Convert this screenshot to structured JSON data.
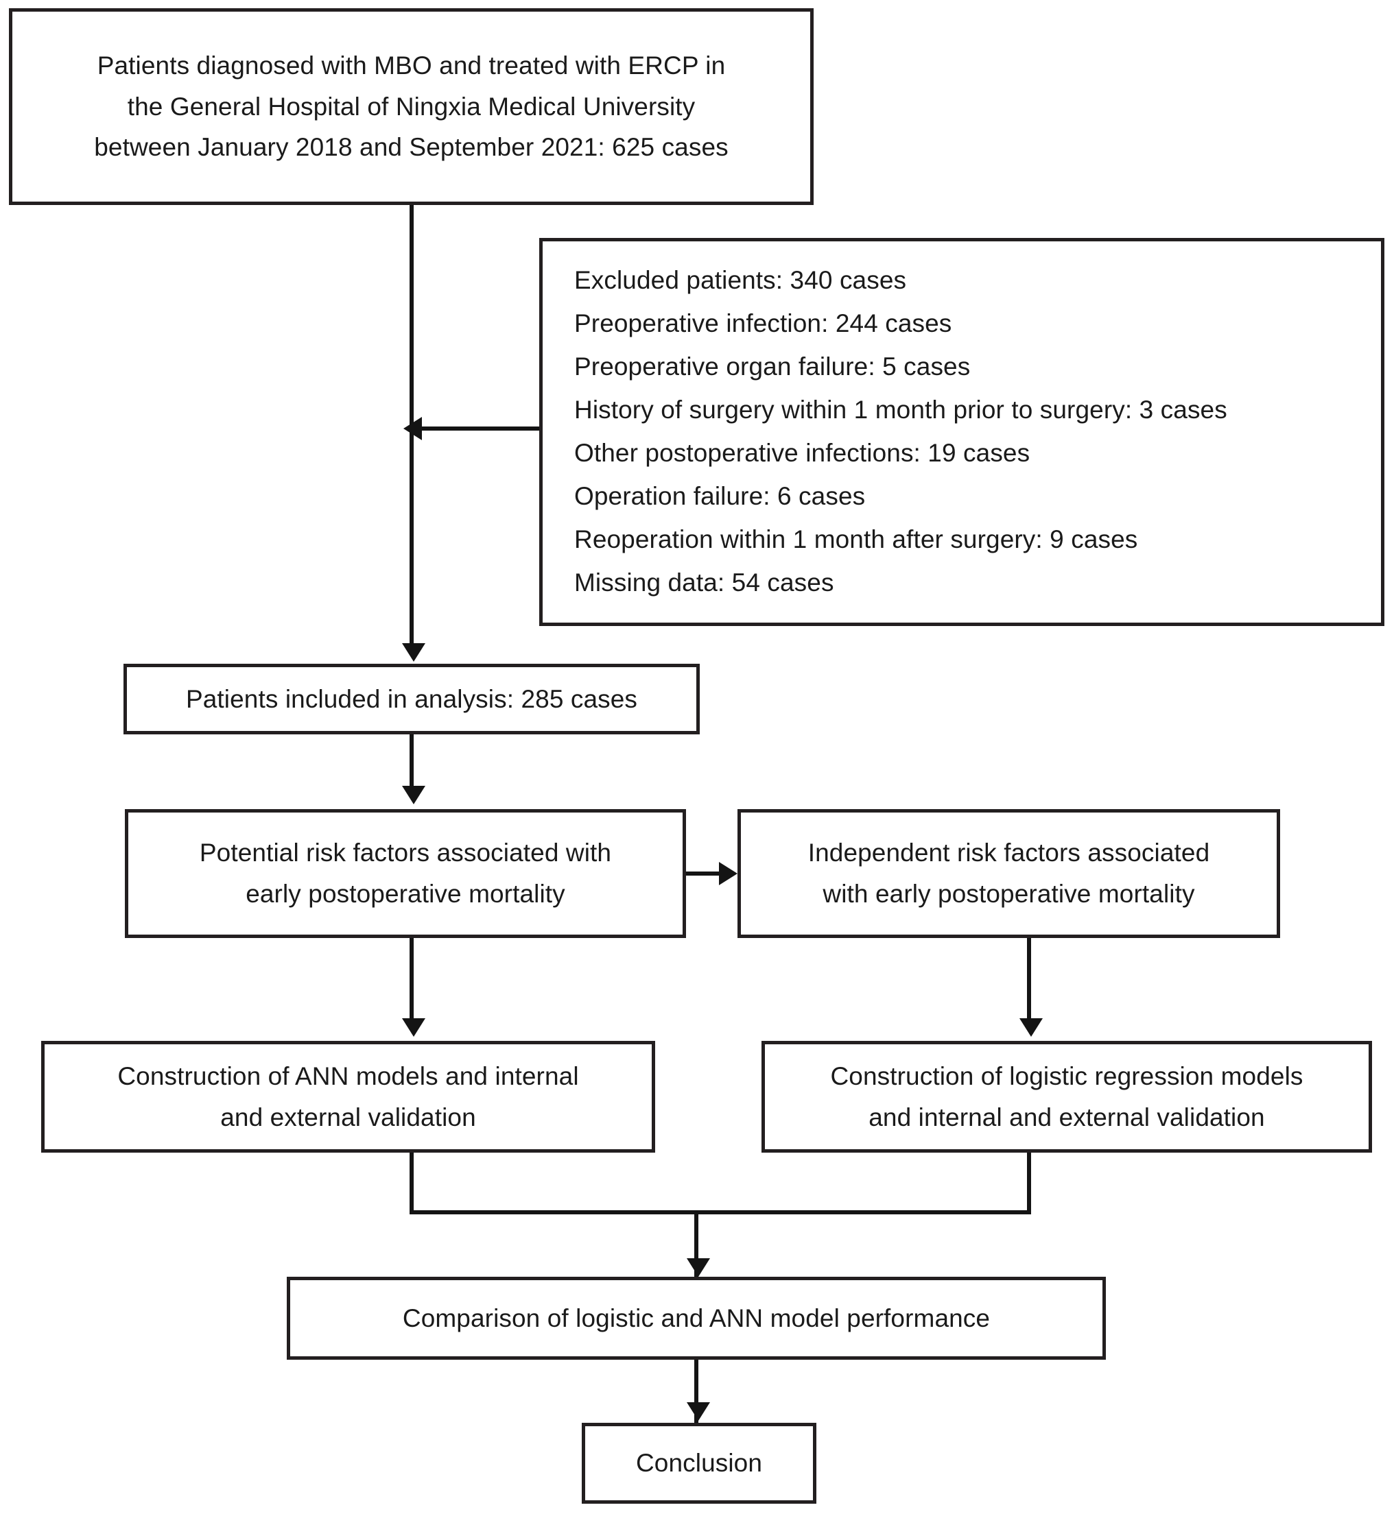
{
  "diagram": {
    "title": "Study flow diagram",
    "stroke_color": "#231f20",
    "connector_color": "#141414",
    "background_color": "#ffffff"
  },
  "nodes": {
    "source": {
      "label": "Patients diagnosed with MBO and treated with ERCP in\nthe General Hospital of Ningxia Medical University\nbetween January 2018 and September 2021: 625 cases",
      "total_cases": 625
    },
    "excluded": {
      "label": "Excluded patients: 340 cases\nPreoperative infection: 244 cases\nPreoperative organ failure: 5 cases\nHistory of surgery within 1 month prior to surgery: 3 cases\nOther postoperative infections: 19 cases\nOperation failure: 6 cases\nReoperation within 1 month after surgery: 9 cases\nMissing data: 54 cases",
      "items": [
        {
          "reason": "Excluded patients",
          "cases": 340
        },
        {
          "reason": "Preoperative infection",
          "cases": 244
        },
        {
          "reason": "Preoperative organ failure",
          "cases": 5
        },
        {
          "reason": "History of surgery within 1 month prior to surgery",
          "cases": 3
        },
        {
          "reason": "Other postoperative infections",
          "cases": 19
        },
        {
          "reason": "Operation failure",
          "cases": 6
        },
        {
          "reason": "Reoperation within 1 month after surgery",
          "cases": 9
        },
        {
          "reason": "Missing data",
          "cases": 54
        }
      ]
    },
    "included": {
      "label": "Patients included in analysis: 285 cases",
      "cases": 285
    },
    "potential_risk_factors": {
      "label": "Potential risk factors associated with\nearly postoperative mortality"
    },
    "independent_risk_factors": {
      "label": "Independent risk factors associated\nwith early postoperative mortality"
    },
    "ann_construction": {
      "label": "Construction of ANN models and internal\nand external validation"
    },
    "logistic_construction": {
      "label": "Construction of logistic regression models\nand internal and external validation"
    },
    "comparison": {
      "label": "Comparison of logistic and ANN model performance"
    },
    "conclusion": {
      "label": "Conclusion"
    }
  }
}
